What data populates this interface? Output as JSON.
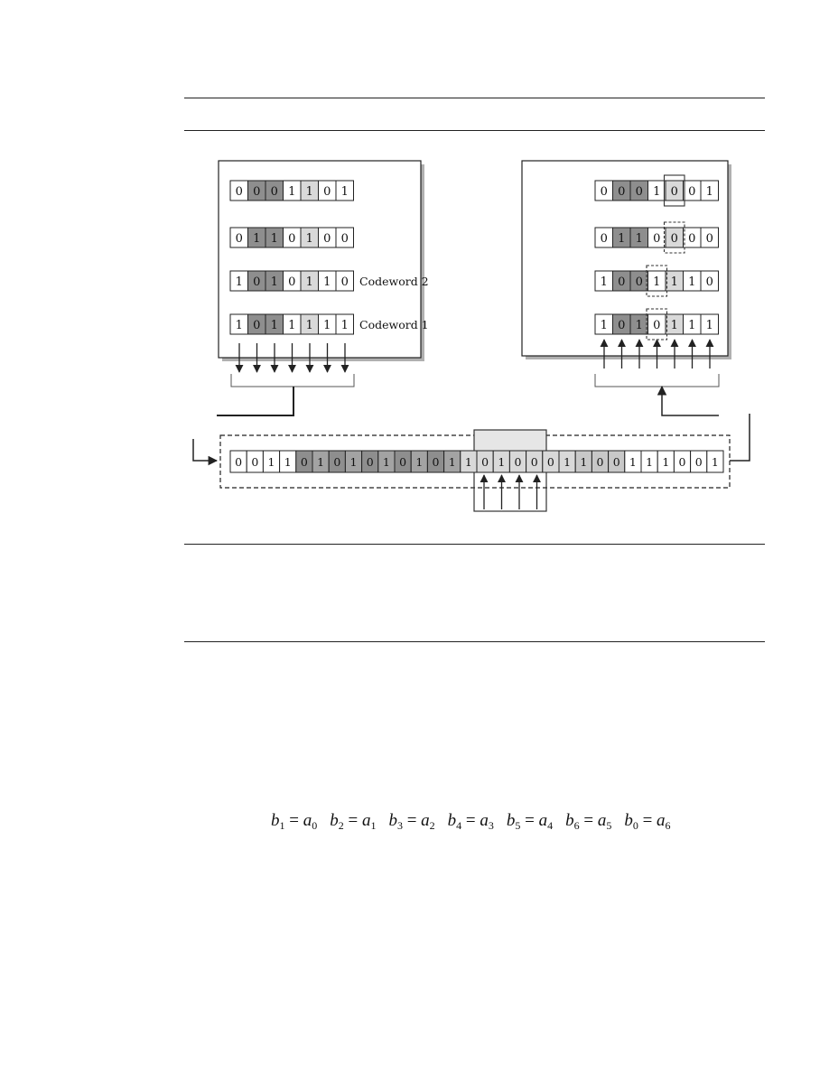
{
  "figure": {
    "transmitter_rows": [
      {
        "bits": [
          "0",
          "0",
          "0",
          "1",
          "1",
          "0",
          "1"
        ],
        "label": ""
      },
      {
        "bits": [
          "0",
          "1",
          "1",
          "0",
          "1",
          "0",
          "0"
        ],
        "label": ""
      },
      {
        "bits": [
          "1",
          "0",
          "1",
          "0",
          "1",
          "1",
          "0"
        ],
        "label": "Codeword 2"
      },
      {
        "bits": [
          "1",
          "0",
          "1",
          "1",
          "1",
          "1",
          "1"
        ],
        "label": "Codeword 1"
      }
    ],
    "receiver_rows": [
      {
        "bits": [
          "0",
          "0",
          "0",
          "1",
          "0",
          "0",
          "1"
        ]
      },
      {
        "bits": [
          "0",
          "1",
          "1",
          "0",
          "0",
          "0",
          "0"
        ]
      },
      {
        "bits": [
          "1",
          "0",
          "0",
          "1",
          "1",
          "1",
          "0"
        ]
      },
      {
        "bits": [
          "1",
          "0",
          "1",
          "0",
          "1",
          "1",
          "1"
        ]
      }
    ],
    "channel_bits": [
      "0",
      "0",
      "1",
      "1",
      "0",
      "1",
      "0",
      "1",
      "0",
      "1",
      "0",
      "1",
      "0",
      "1",
      "1",
      "0",
      "1",
      "0",
      "0",
      "0",
      "1",
      "1",
      "0",
      "0",
      "1",
      "1",
      "1",
      "0",
      "0",
      "1"
    ],
    "colors": {
      "dark": "#8e8e8e",
      "light": "#d9d9d9",
      "light2": "#c8c8c8",
      "line": "#222222"
    }
  },
  "equation": {
    "terms": [
      {
        "lhs": "b",
        "lhs_sub": "1",
        "rhs": "a",
        "rhs_sub": "0"
      },
      {
        "lhs": "b",
        "lhs_sub": "2",
        "rhs": "a",
        "rhs_sub": "1"
      },
      {
        "lhs": "b",
        "lhs_sub": "3",
        "rhs": "a",
        "rhs_sub": "2"
      },
      {
        "lhs": "b",
        "lhs_sub": "4",
        "rhs": "a",
        "rhs_sub": "3"
      },
      {
        "lhs": "b",
        "lhs_sub": "5",
        "rhs": "a",
        "rhs_sub": "4"
      },
      {
        "lhs": "b",
        "lhs_sub": "6",
        "rhs": "a",
        "rhs_sub": "5"
      },
      {
        "lhs": "b",
        "lhs_sub": "0",
        "rhs": "a",
        "rhs_sub": "6"
      }
    ]
  }
}
